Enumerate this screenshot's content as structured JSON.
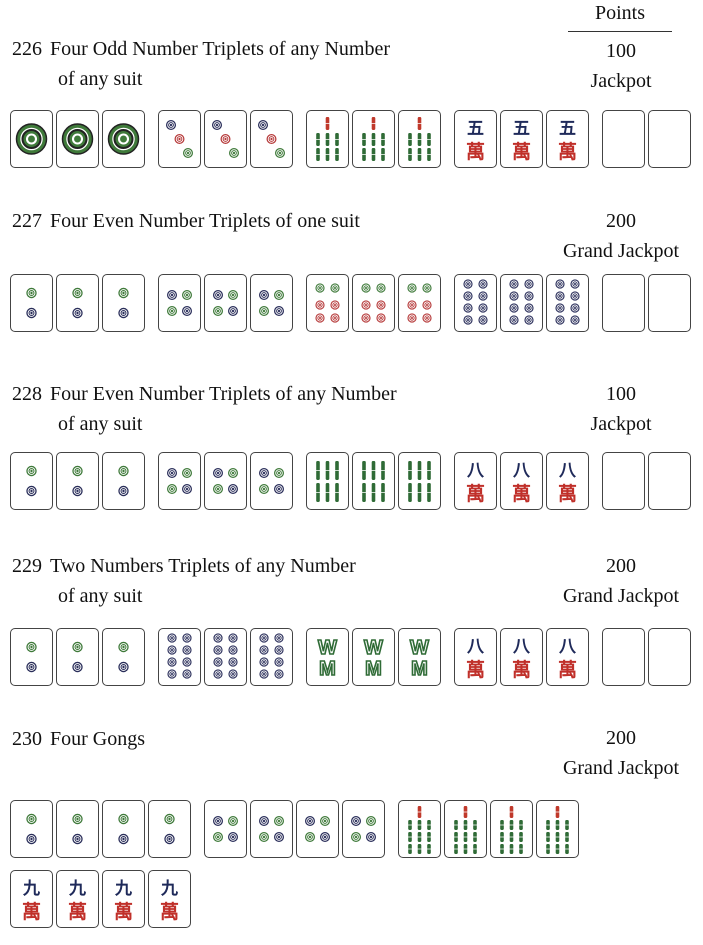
{
  "header": {
    "points_label": "Points"
  },
  "hands": [
    {
      "number": "226",
      "title_line1": "Four Odd Number Triplets of any Number",
      "title_line2": "of any suit",
      "points": "100",
      "tier": "Jackpot",
      "tiles": [
        {
          "suit": "dot",
          "n": 1,
          "g": 0
        },
        {
          "suit": "dot",
          "n": 1,
          "g": 0
        },
        {
          "suit": "dot",
          "n": 1,
          "g": 0
        },
        {
          "suit": "dot",
          "n": 3,
          "g": 1
        },
        {
          "suit": "dot",
          "n": 3,
          "g": 0
        },
        {
          "suit": "dot",
          "n": 3,
          "g": 0
        },
        {
          "suit": "bam",
          "n": 7,
          "g": 1
        },
        {
          "suit": "bam",
          "n": 7,
          "g": 0
        },
        {
          "suit": "bam",
          "n": 7,
          "g": 0
        },
        {
          "suit": "crak",
          "n": 5,
          "g": 1
        },
        {
          "suit": "crak",
          "n": 5,
          "g": 0
        },
        {
          "suit": "crak",
          "n": 5,
          "g": 0
        },
        {
          "suit": "blank",
          "g": 1
        },
        {
          "suit": "blank",
          "g": 0
        }
      ]
    },
    {
      "number": "227",
      "title_line1": "Four Even Number Triplets of one suit",
      "title_line2": "",
      "points": "200",
      "tier": "Grand Jackpot",
      "tiles": [
        {
          "suit": "dot",
          "n": 2,
          "g": 0
        },
        {
          "suit": "dot",
          "n": 2,
          "g": 0
        },
        {
          "suit": "dot",
          "n": 2,
          "g": 0
        },
        {
          "suit": "dot",
          "n": 4,
          "g": 1
        },
        {
          "suit": "dot",
          "n": 4,
          "g": 0
        },
        {
          "suit": "dot",
          "n": 4,
          "g": 0
        },
        {
          "suit": "dot",
          "n": 6,
          "g": 1
        },
        {
          "suit": "dot",
          "n": 6,
          "g": 0
        },
        {
          "suit": "dot",
          "n": 6,
          "g": 0
        },
        {
          "suit": "dot",
          "n": 8,
          "g": 1
        },
        {
          "suit": "dot",
          "n": 8,
          "g": 0
        },
        {
          "suit": "dot",
          "n": 8,
          "g": 0
        },
        {
          "suit": "blank",
          "g": 1
        },
        {
          "suit": "blank",
          "g": 0
        }
      ]
    },
    {
      "number": "228",
      "title_line1": "Four Even Number Triplets of any Number",
      "title_line2": "of any suit",
      "points": "100",
      "tier": "Jackpot",
      "tiles": [
        {
          "suit": "dot",
          "n": 2,
          "g": 0
        },
        {
          "suit": "dot",
          "n": 2,
          "g": 0
        },
        {
          "suit": "dot",
          "n": 2,
          "g": 0
        },
        {
          "suit": "dot",
          "n": 4,
          "g": 1
        },
        {
          "suit": "dot",
          "n": 4,
          "g": 0
        },
        {
          "suit": "dot",
          "n": 4,
          "g": 0
        },
        {
          "suit": "bam",
          "n": 6,
          "g": 1
        },
        {
          "suit": "bam",
          "n": 6,
          "g": 0
        },
        {
          "suit": "bam",
          "n": 6,
          "g": 0
        },
        {
          "suit": "crak",
          "n": 8,
          "g": 1
        },
        {
          "suit": "crak",
          "n": 8,
          "g": 0
        },
        {
          "suit": "crak",
          "n": 8,
          "g": 0
        },
        {
          "suit": "blank",
          "g": 1
        },
        {
          "suit": "blank",
          "g": 0
        }
      ]
    },
    {
      "number": "229",
      "title_line1": "Two Numbers Triplets of any Number",
      "title_line2": "of any suit",
      "points": "200",
      "tier": "Grand Jackpot",
      "tiles": [
        {
          "suit": "dot",
          "n": 2,
          "g": 0
        },
        {
          "suit": "dot",
          "n": 2,
          "g": 0
        },
        {
          "suit": "dot",
          "n": 2,
          "g": 0
        },
        {
          "suit": "dot",
          "n": 8,
          "g": 1
        },
        {
          "suit": "dot",
          "n": 8,
          "g": 0
        },
        {
          "suit": "dot",
          "n": 8,
          "g": 0
        },
        {
          "suit": "wm",
          "g": 1
        },
        {
          "suit": "wm",
          "g": 0
        },
        {
          "suit": "wm",
          "g": 0
        },
        {
          "suit": "crak",
          "n": 8,
          "g": 1
        },
        {
          "suit": "crak",
          "n": 8,
          "g": 0
        },
        {
          "suit": "crak",
          "n": 8,
          "g": 0
        },
        {
          "suit": "blank",
          "g": 1
        },
        {
          "suit": "blank",
          "g": 0
        }
      ]
    },
    {
      "number": "230",
      "title_line1": "Four Gongs",
      "title_line2": "",
      "points": "200",
      "tier": "Grand Jackpot",
      "tiles": [
        {
          "suit": "dot",
          "n": 2,
          "g": 0
        },
        {
          "suit": "dot",
          "n": 2,
          "g": 0
        },
        {
          "suit": "dot",
          "n": 2,
          "g": 0
        },
        {
          "suit": "dot",
          "n": 2,
          "g": 0
        },
        {
          "suit": "dot",
          "n": 4,
          "g": 1
        },
        {
          "suit": "dot",
          "n": 4,
          "g": 0
        },
        {
          "suit": "dot",
          "n": 4,
          "g": 0
        },
        {
          "suit": "dot",
          "n": 4,
          "g": 0
        },
        {
          "suit": "bam",
          "n": 9,
          "g": 1
        },
        {
          "suit": "bam",
          "n": 9,
          "g": 0
        },
        {
          "suit": "bam",
          "n": 9,
          "g": 0
        },
        {
          "suit": "bam",
          "n": 9,
          "g": 0
        }
      ],
      "tiles_row2": [
        {
          "suit": "crak",
          "n": 9,
          "g": 0
        },
        {
          "suit": "crak",
          "n": 9,
          "g": 0
        },
        {
          "suit": "crak",
          "n": 9,
          "g": 0
        },
        {
          "suit": "crak",
          "n": 9,
          "g": 0
        }
      ]
    }
  ],
  "tile_glyphs": {
    "wan": "萬",
    "numerals": {
      "5": "五",
      "8": "八",
      "9": "九"
    },
    "wm_top": "W",
    "wm_bottom": "M"
  },
  "colors": {
    "dot_green": "#3f7a3a",
    "dot_navy": "#2a2e5a",
    "dot_red": "#b63a3a",
    "bam_green": "#2f6b36",
    "bam_red": "#c0392b",
    "crak_navy": "#1f2a5a",
    "crak_red": "#c0302a",
    "tile_border": "#444444"
  }
}
